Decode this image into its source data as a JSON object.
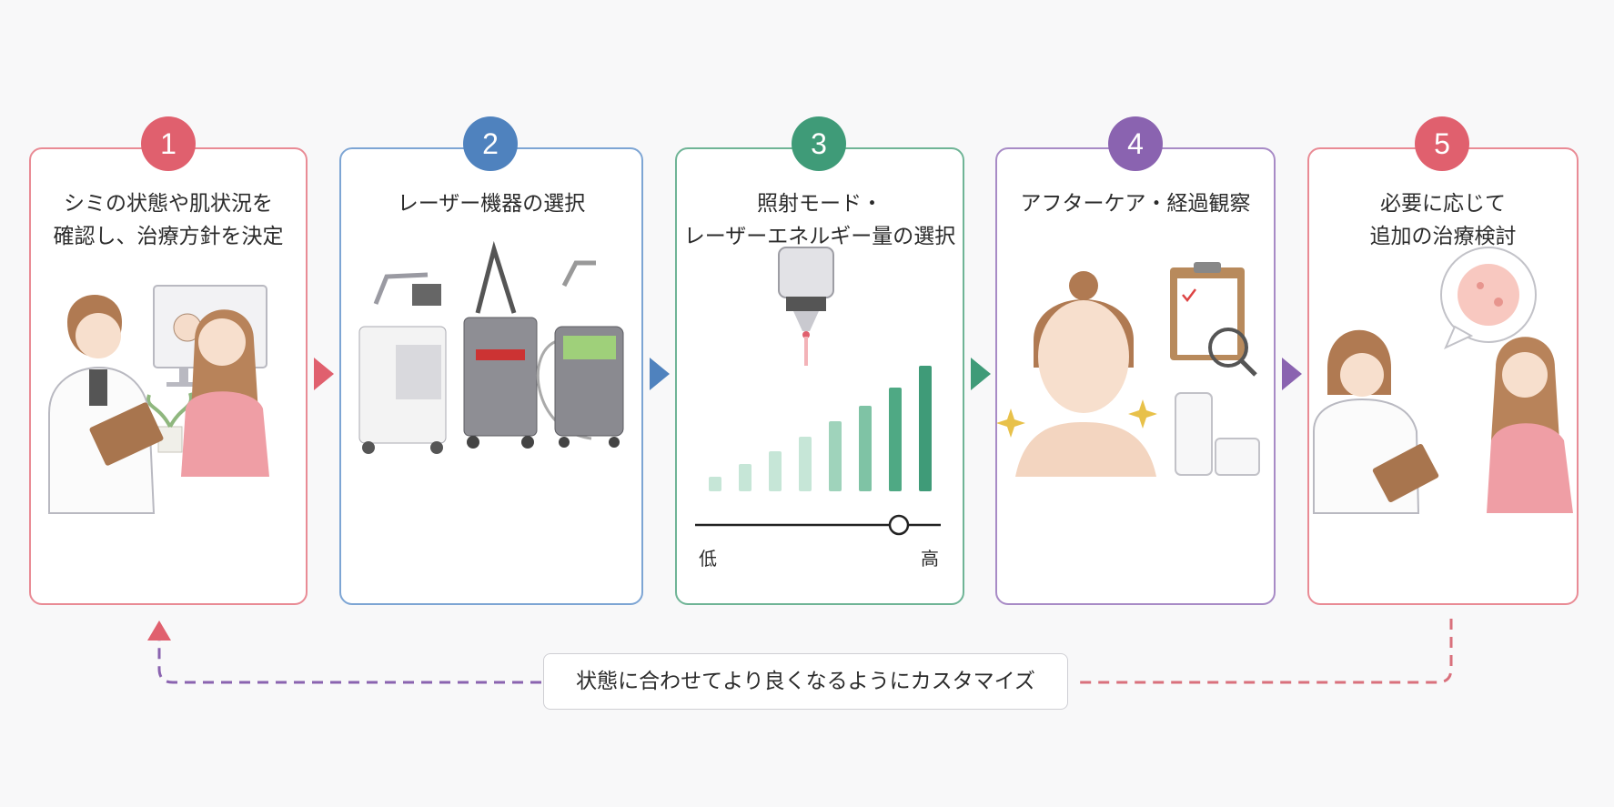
{
  "steps": [
    {
      "number": "1",
      "title": "シミの状態や肌状況を\n確認し、治療方針を決定",
      "color": "#e0606e"
    },
    {
      "number": "2",
      "title": "レーザー機器の選択",
      "color": "#4f82be"
    },
    {
      "number": "3",
      "title": "照射モード・\nレーザーエネルギー量の選択",
      "color": "#3f9b78"
    },
    {
      "number": "4",
      "title": "アフターケア・経過観察",
      "color": "#8a63b0"
    },
    {
      "number": "5",
      "title": "必要に応じて\n追加の治療検討",
      "color": "#e0606e"
    }
  ],
  "energy_scale": {
    "low": "低",
    "high": "高"
  },
  "loop_label": "状態に合わせてより良くなるようにカスタマイズ",
  "colors": {
    "background": "#f8f8f9",
    "bar_green": "#4fa984",
    "bar_light": "#c6e6d7"
  },
  "icons": [
    "doctor-icon",
    "patient-icon",
    "monitor-icon",
    "laser-machine-icon",
    "laser-handpiece-icon",
    "clipboard-icon",
    "magnifier-icon",
    "cream-tube-icon",
    "cream-jar-icon",
    "sparkle-icon",
    "speech-bubble-icon"
  ]
}
